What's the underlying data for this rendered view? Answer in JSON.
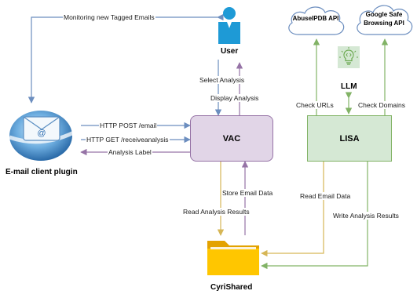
{
  "nodes": {
    "user": "User",
    "email_plugin": "E-mail client plugin",
    "vac": "VAC",
    "lisa": "LISA",
    "llm": "LLM",
    "abuseipdb": "AbuseIPDB API",
    "google_safe_browsing_line1": "Google Safe",
    "google_safe_browsing_line2": "Browsing API",
    "cyrishared": "CyriShared"
  },
  "edges": {
    "monitoring": "Monitoring new Tagged Emails",
    "select_analysis": "Select Analysis",
    "display_analysis": "Display Analysis",
    "http_post": "HTTP POST /email",
    "http_get": "HTTP GET /receiveanalysis",
    "analysis_label": "Analysis Label",
    "store_email": "Store Email Data",
    "read_results": "Read Analysis Results",
    "check_urls": "Check URLs",
    "check_domains": "Check Domains",
    "read_email": "Read Email Data",
    "write_results": "Write Analysis Results"
  },
  "colors": {
    "blue": "#6c8ebf",
    "purple": "#9673a6",
    "gold": "#d6b656",
    "green": "#82b366",
    "vac_fill": "#e1d5e7",
    "lisa_fill": "#d5e8d4"
  }
}
